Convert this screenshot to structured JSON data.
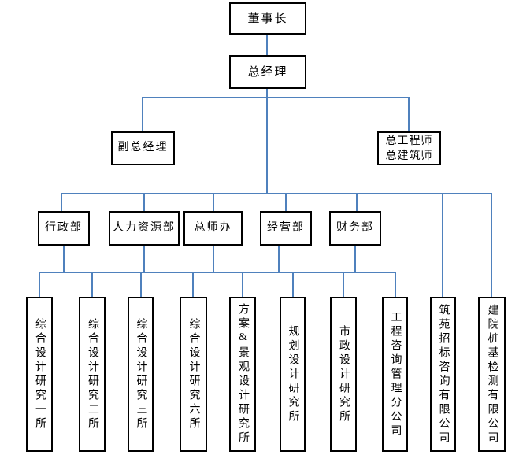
{
  "diagram": {
    "type": "org-chart",
    "nodes": {
      "chairman": "董事长",
      "general_manager": "总经理",
      "deputy_general_manager": "副总经理",
      "chief_engineer_architect": "总工程师\n总建筑师",
      "departments": [
        "行政部",
        "人力资源部",
        "总师办",
        "经营部",
        "财务部"
      ],
      "units": [
        "综合设计研究一所",
        "综合设计研究二所",
        "综合设计研究三所",
        "综合设计研究六所",
        "方案&景观设计研究所",
        "规划设计研究所",
        "市政设计研究所",
        "工程咨询管理分公司",
        "筑苑招标咨询有限公司",
        "建院桩基检测有限公司"
      ]
    },
    "colors": {
      "connector": "#4f81bd",
      "box_border": "#000000",
      "background": "#ffffff",
      "text": "#000000"
    }
  }
}
